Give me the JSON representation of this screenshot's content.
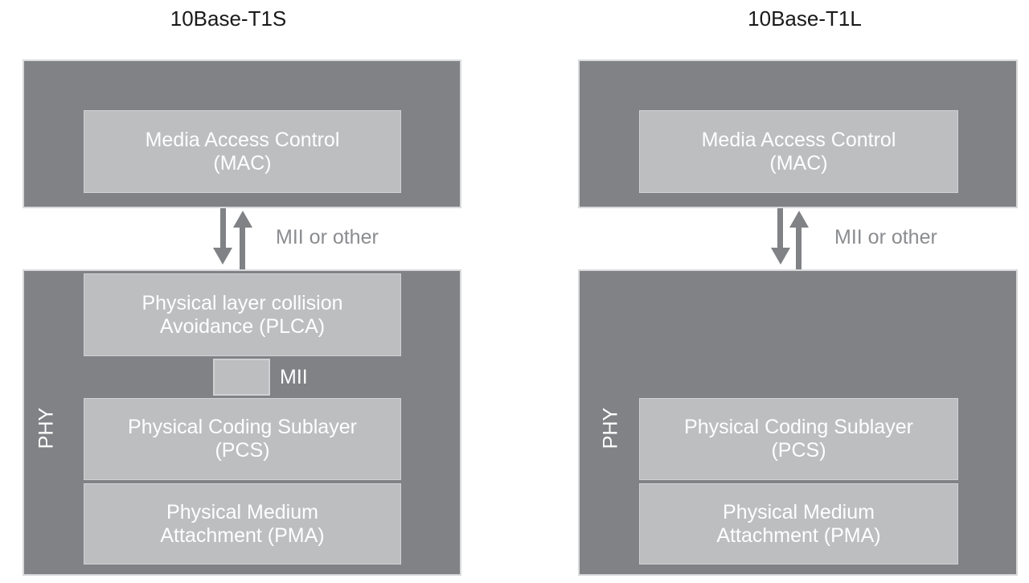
{
  "colors": {
    "background": "#ffffff",
    "container_gray": "#808285",
    "sublayer_box_gray": "#bcbec0",
    "box_text_white": "#ffffff",
    "title_text": "#1a1a1a",
    "interface_label_gray": "#8a8c8f",
    "arrow_gray": "#808285"
  },
  "diagrams": [
    {
      "title": "10Base-T1S",
      "mac_block": {
        "line1": "Media Access Control",
        "line2": "(MAC)"
      },
      "interface_label": "MII or other",
      "phy_label": "PHY",
      "plca_block": {
        "line1": "Physical layer collision",
        "line2": "Avoidance (PLCA)"
      },
      "mii_label": "MII",
      "pcs_block": {
        "line1": "Physical Coding Sublayer",
        "line2": "(PCS)"
      },
      "pma_block": {
        "line1": "Physical Medium",
        "line2": "Attachment (PMA)"
      }
    },
    {
      "title": "10Base-T1L",
      "mac_block": {
        "line1": "Media Access Control",
        "line2": "(MAC)"
      },
      "interface_label": "MII or other",
      "phy_label": "PHY",
      "pcs_block": {
        "line1": "Physical Coding Sublayer",
        "line2": "(PCS)"
      },
      "pma_block": {
        "line1": "Physical Medium",
        "line2": "Attachment (PMA)"
      }
    }
  ]
}
